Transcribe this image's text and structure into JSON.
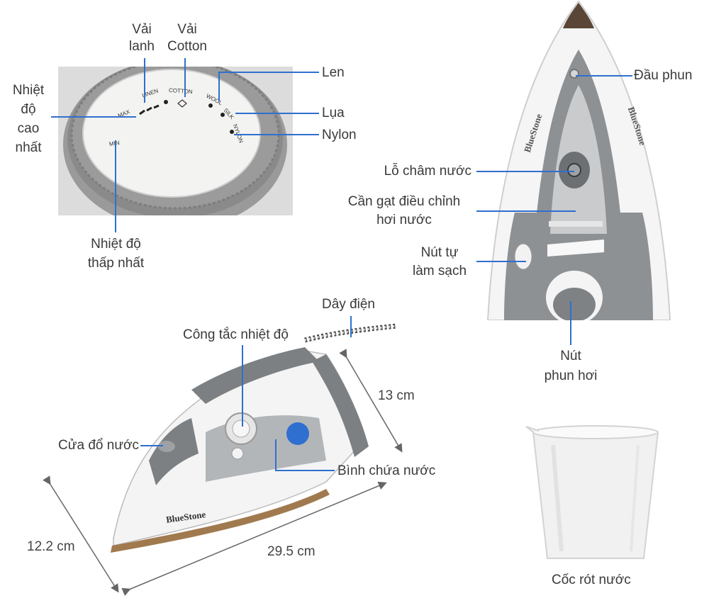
{
  "dial": {
    "linen_label": "Vải\nlanh",
    "cotton_label": "Vải\nCotton",
    "wool_label": "Len",
    "silk_label": "Lụa",
    "nylon_label": "Nylon",
    "max_label": "Nhiệt\nđộ\ncao\nnhất",
    "min_label": "Nhiệt độ\nthấp nhất",
    "dial_text": {
      "linen": "LINEN",
      "cotton": "COTTON",
      "wool": "WOOL",
      "silk": "SILK",
      "nylon": "NYLON",
      "max": "MAX",
      "min": "MIN"
    }
  },
  "top_view": {
    "nozzle_label": "Đầu phun",
    "fill_hole_label": "Lỗ châm nước",
    "steam_lever_label": "Cần gạt điều chỉnh\nhơi nước",
    "self_clean_label": "Nút tự\nlàm sạch",
    "steam_button_label": "Nút\nphun hơi"
  },
  "side_view": {
    "cord_label": "Dây điện",
    "temp_switch_label": "Công tắc nhiệt độ",
    "water_door_label": "Cửa đổ nước",
    "tank_label": "Bình chứa nước",
    "brand": "BlueStone",
    "height_dim": "13 cm",
    "length_dim": "29.5 cm",
    "width_dim": "12.2 cm"
  },
  "cup": {
    "label": "Cốc rót nước"
  },
  "colors": {
    "leader_line": "#2f6fcf",
    "iron_grey": "#7d8083",
    "iron_white": "#f4f4f4",
    "soleplate": "#a07a4e"
  }
}
